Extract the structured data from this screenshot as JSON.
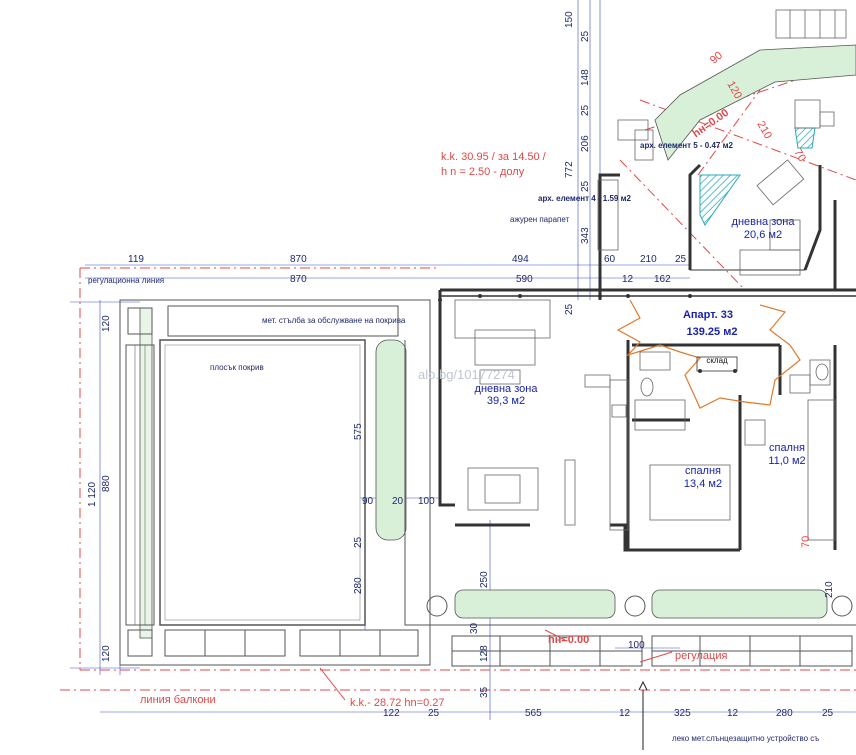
{
  "watermark": "alo.bg/10177274",
  "annotations": {
    "roof_level_line1": "k.k. 30.95 / за 14.50 /",
    "roof_level_line2": "h n = 2.50 - долу",
    "arch_element5": "арх. елемент 5 - 0.47 м2",
    "arch_element4": "арх. елемент 4 - 1.59 м2",
    "parapet": "ажурен парапет",
    "reg_line": "регулационна линия",
    "service_ladder": "мет. стълба за обслужване на покрива",
    "flat_roof": "плосък покрив",
    "hn_upper": "hн=0.00",
    "hn_lower": "hн=0.00",
    "regulation": "регулация",
    "balcony_line": "линия балкони",
    "kk_lower": "k.k.- 28.72  hn=0.27",
    "sun_shade": "леко мет.слънцезащитно устройство съ"
  },
  "rooms": {
    "apt_title": "Апарт. 33",
    "apt_area": "139.25 м2",
    "storage": "склад",
    "living_main": "дневна зона",
    "living_main_area": "39,3 м2",
    "bedroom1": "спалня",
    "bedroom1_area": "13,4 м2",
    "bedroom2": "спалня",
    "bedroom2_area": "11,0 м2",
    "living_upper": "дневна зона",
    "living_upper_area": "20,6 м2"
  },
  "dimensions": {
    "top_row1": [
      "119",
      "870",
      "494",
      "60",
      "210",
      "25"
    ],
    "top_row2": [
      "870",
      "590",
      "12",
      "162"
    ],
    "left_vertical": [
      "120",
      "880",
      "120"
    ],
    "left_total": "1 120",
    "upper_vertical": [
      "150",
      "25",
      "148",
      "25",
      "206",
      "772",
      "25",
      "343",
      "25"
    ],
    "inner_vertical": [
      "575",
      "25",
      "280"
    ],
    "inner_horizontal": [
      "90",
      "20",
      "100"
    ],
    "lower_vertical": [
      "250",
      "30",
      "128",
      "35"
    ],
    "right_small": [
      "70",
      "210"
    ],
    "right_horizontal": "100",
    "diag": [
      "90",
      "120",
      "210",
      "70"
    ],
    "bottom_row": [
      "122",
      "25",
      "565",
      "12",
      "325",
      "12",
      "280",
      "25"
    ]
  },
  "colors": {
    "wall": "#333333",
    "dimension": "#1f2a6b",
    "red": "#e04848",
    "green_fill": "#d8f0d8",
    "hatch": "#2aa9b8"
  }
}
